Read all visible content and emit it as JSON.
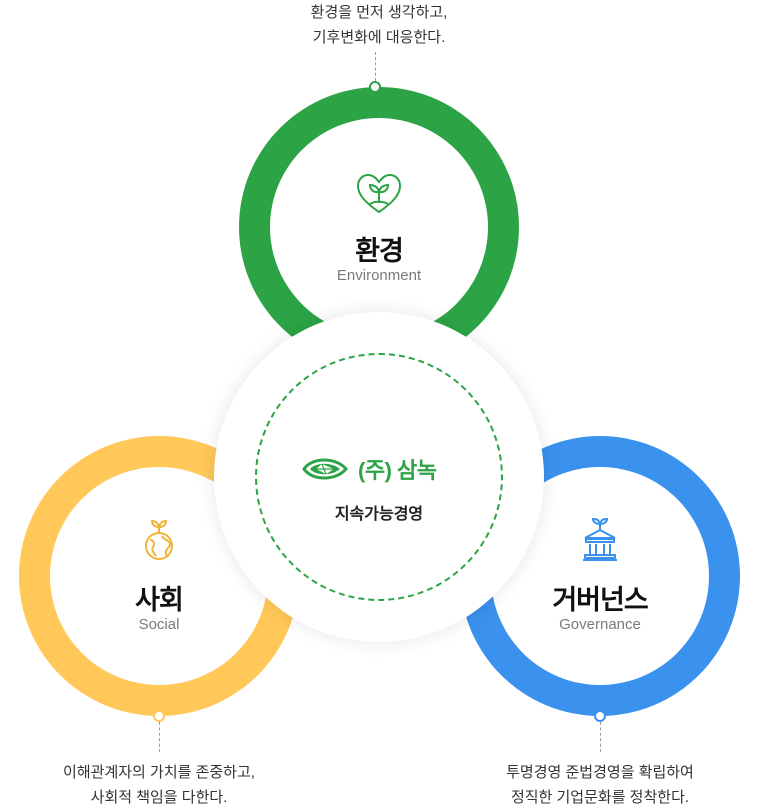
{
  "environment": {
    "title": "환경",
    "subtitle": "Environment",
    "caption_line1": "환경을 먼저 생각하고,",
    "caption_line2": "기후변화에 대응한다.",
    "color": "#2ca446",
    "icon": "heart-sprout-icon"
  },
  "social": {
    "title": "사회",
    "subtitle": "Social",
    "caption_line1": "이해관계자의 가치를 존중하고,",
    "caption_line2": "사회적 책임을 다한다.",
    "color": "#ffc858",
    "icon": "globe-sprout-icon"
  },
  "governance": {
    "title": "거버넌스",
    "subtitle": "Governance",
    "caption_line1": "투명경영 준법경영을 확립하여",
    "caption_line2": "정직한 기업문화를 정착한다.",
    "color": "#3a91ee",
    "icon": "building-sprout-icon"
  },
  "center": {
    "brand": "(주) 삼녹",
    "label": "지속가능경영",
    "logo": "samnok-leaf-logo"
  }
}
